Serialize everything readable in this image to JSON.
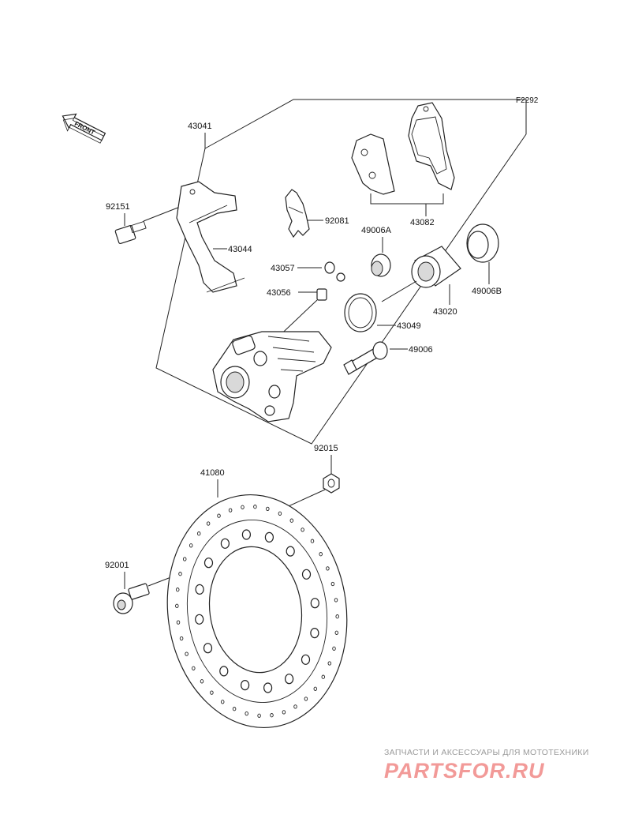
{
  "figure_code": "F2292",
  "front_label": "FRONT",
  "callouts": {
    "caliper_assy": "43041",
    "bolt_caliper": "92151",
    "pad_spring": "92081",
    "holder": "43044",
    "boot_a": "49006A",
    "pads": "43082",
    "bleed_cap": "43057",
    "bleed_valve": "43056",
    "piston": "43020",
    "seal_b": "49006B",
    "piston_seal": "43049",
    "pin_boot": "49006",
    "nut": "92015",
    "disc": "41080",
    "disc_bolt": "92001"
  },
  "watermark": {
    "tagline": "ЗАПЧАСТИ И АКСЕССУАРЫ ДЛЯ МОТОТЕХНИКИ",
    "logo": "PARTSFOR.RU",
    "color": "#f29a98"
  }
}
